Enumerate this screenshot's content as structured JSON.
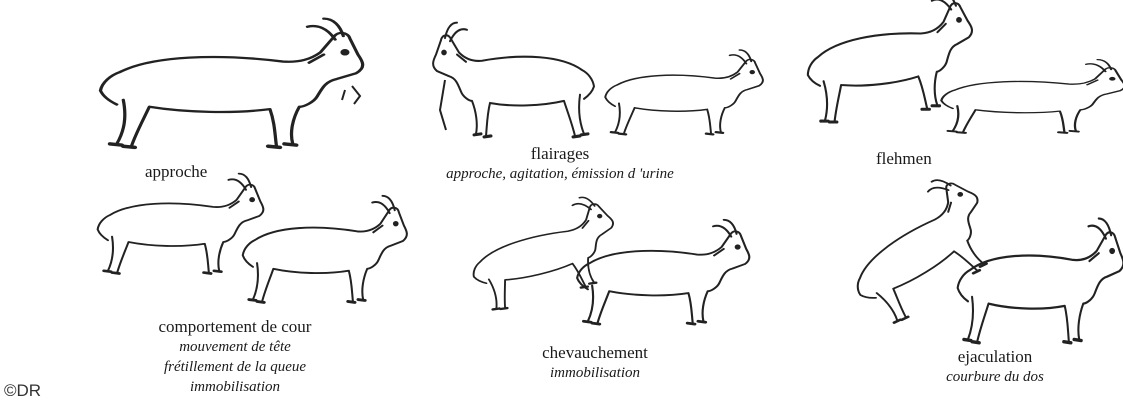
{
  "panels": [
    {
      "title": "approche",
      "sub": []
    },
    {
      "title": "flairages",
      "sub": [
        "approche, agitation, émission d 'urine"
      ]
    },
    {
      "title": "flehmen",
      "sub": []
    },
    {
      "title": "comportement de cour",
      "sub": [
        "mouvement de tête",
        "frétillement de la queue",
        "immobilisation"
      ]
    },
    {
      "title": "chevauchement",
      "sub": [
        "immobilisation"
      ]
    },
    {
      "title": "ejaculation",
      "sub": [
        "courbure du dos"
      ]
    }
  ],
  "copyright": "©DR"
}
